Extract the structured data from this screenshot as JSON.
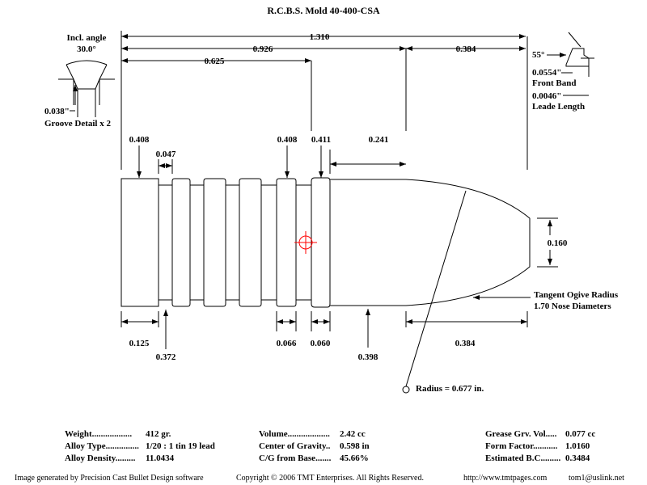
{
  "title": "R.C.B.S. Mold   40-400-CSA",
  "dimensions": {
    "overall_length": "1.310",
    "to_ogive": "0.926",
    "nose_length_top": "0.384",
    "to_last_band": "0.625",
    "base_band_dia": "0.408",
    "groove_width": "0.047",
    "front_band_dia": "0.408",
    "body_dia": "0.411",
    "shank_length": "0.241",
    "meplat_dia": "0.160",
    "base_band_len": "0.125",
    "groove_offset": "0.372",
    "band_width": "0.066",
    "front_band_width": "0.060",
    "driving_length": "0.398",
    "nose_length_bottom": "0.384"
  },
  "groove_detail": {
    "incl_label": "Incl. angle",
    "angle": "30.0°",
    "depth": "0.038\"",
    "caption": "Groove Detail x 2"
  },
  "front_band": {
    "angle": "55°",
    "band": "0.0554\"",
    "band_label": "Front Band",
    "leade": "0.0046\"",
    "leade_label": "Leade Length"
  },
  "ogive": {
    "line1": "Tangent Ogive Radius",
    "line2": "1.70  Nose Diameters",
    "radius_label": "Radius = 0.677 in."
  },
  "specs": {
    "col1": [
      {
        "label": "Weight..................",
        "value": "412 gr."
      },
      {
        "label": "Alloy Type...............",
        "value": "1/20 : 1 tin 19 lead"
      },
      {
        "label": "Alloy Density.........",
        "value": "11.0434"
      }
    ],
    "col2": [
      {
        "label": "Volume...................",
        "value": "2.42 cc"
      },
      {
        "label": "Center of Gravity..",
        "value": "0.598 in"
      },
      {
        "label": "C/G from Base.......",
        "value": "45.66%"
      }
    ],
    "col3": [
      {
        "label": "Grease Grv. Vol.....",
        "value": "0.077 cc"
      },
      {
        "label": "Form Factor...........",
        "value": "1.0160"
      },
      {
        "label": "Estimated B.C.........",
        "value": "0.3484"
      }
    ]
  },
  "footer": {
    "generated": "Image generated by Precision Cast Bullet Design software",
    "copyright": "Copyright © 2006 TMT Enterprises. All Rights Reserved.",
    "url": "http://www.tmtpages.com",
    "email": "tom1@uslink.net"
  },
  "colors": {
    "line": "#000000",
    "cg_marker": "#ff0000",
    "background": "#ffffff"
  }
}
